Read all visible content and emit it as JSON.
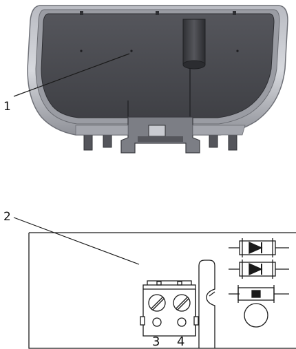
{
  "callouts": {
    "housing": "1",
    "board": "2"
  },
  "terminals": [
    "3",
    "4"
  ],
  "colors": {
    "housing_dark": "#4a4a4f",
    "housing_light": "#c9cbd1",
    "housing_rim": "#8d8f96",
    "line": "#1a1a1a"
  }
}
